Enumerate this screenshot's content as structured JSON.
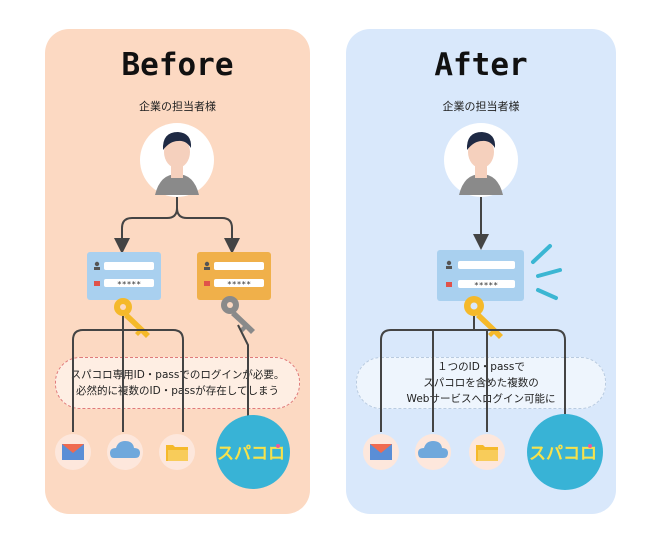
{
  "before": {
    "title": "Before",
    "subtitle": "企業の担当者様",
    "login_card_left": {
      "password_mask": "*****"
    },
    "login_card_right": {
      "password_mask": "*****"
    },
    "note_lines": [
      "スパコロ専用ID・passでのログインが必要。",
      "必然的に複数のID・passが存在してしまう"
    ],
    "services": [
      "mail-icon",
      "cloud-icon",
      "folder-icon"
    ],
    "brand_logo": "スパコロ"
  },
  "after": {
    "title": "After",
    "subtitle": "企業の担当者様",
    "login_card": {
      "password_mask": "*****"
    },
    "note_lines": [
      "１つのID・passで",
      "スパコロを含めた複数の",
      "Webサービスへログイン可能に"
    ],
    "services": [
      "mail-icon",
      "cloud-icon",
      "folder-icon"
    ],
    "brand_logo": "スパコロ"
  },
  "colors": {
    "before_bg": "#fcd9c2",
    "after_bg": "#d9e8fb",
    "card_blue": "#a9d0ef",
    "card_orange": "#f0b04a",
    "key_gold": "#f5b92a",
    "key_gray": "#8a8a8a",
    "brand_circle": "#38b3d6",
    "brand_text": "#f7e24b",
    "spark": "#3bb6d3"
  }
}
